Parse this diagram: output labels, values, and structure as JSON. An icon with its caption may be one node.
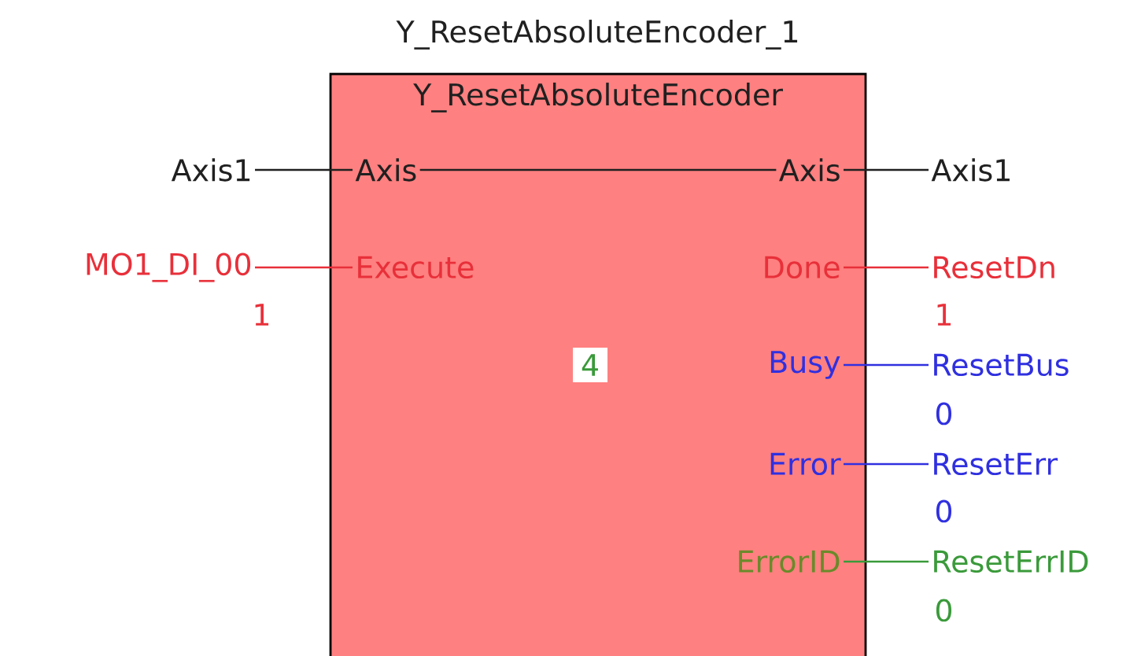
{
  "diagram": {
    "nodes": [
      {
        "text": [
          "Y_ResetAbsoluteEncoder_1",
          "Y_ResetAbsoluteEncoder"
        ]
      },
      {
        "text": [
          "Axis"
        ],
        "in": 0
      },
      {
        "text": [
          "Execute"
        ],
        "in": 0
      },
      {
        "text": [
          "Axis"
        ],
        "in": 0
      },
      {
        "text": [
          "Done"
        ],
        "in": 0
      },
      {
        "text": [
          "Busy"
        ],
        "in": 0
      },
      {
        "text": [
          "Error"
        ],
        "in": 0
      },
      {
        "text": [
          "ErrorID"
        ],
        "in": 0
      },
      {
        "text": [
          "4"
        ],
        "in": 0
      },
      {
        "text": [
          "Axis1"
        ]
      },
      {
        "text": [
          "MO1_DI_00"
        ],
        "beside": [
          "1"
        ]
      },
      {
        "text": [
          "Axis1"
        ]
      },
      {
        "text": [
          "ResetDn"
        ],
        "beside": [
          "1"
        ]
      },
      {
        "text": [
          "ResetBus"
        ],
        "beside": [
          "0"
        ]
      },
      {
        "text": [
          "ResetErr"
        ],
        "beside": [
          "0"
        ]
      },
      {
        "text": [
          "ResetErrID"
        ],
        "beside": [
          "0"
        ]
      }
    ],
    "edges": [
      {
        "from": 9,
        "to": 1,
        "arrow": "none"
      },
      {
        "from": 1,
        "to": 3,
        "arrow": "none"
      },
      {
        "from": 3,
        "to": 11,
        "arrow": "none"
      },
      {
        "from": 10,
        "to": 2,
        "arrow": "none",
        "color": "#e8303a"
      },
      {
        "from": 4,
        "to": 12,
        "arrow": "none",
        "color": "#e8303a"
      },
      {
        "from": 5,
        "to": 13,
        "arrow": "none",
        "color": "#3030e0"
      },
      {
        "from": 6,
        "to": 14,
        "arrow": "none",
        "color": "#3030e0"
      },
      {
        "from": 7,
        "to": 15,
        "arrow": "none",
        "color": "#3a9a3a"
      }
    ]
  }
}
